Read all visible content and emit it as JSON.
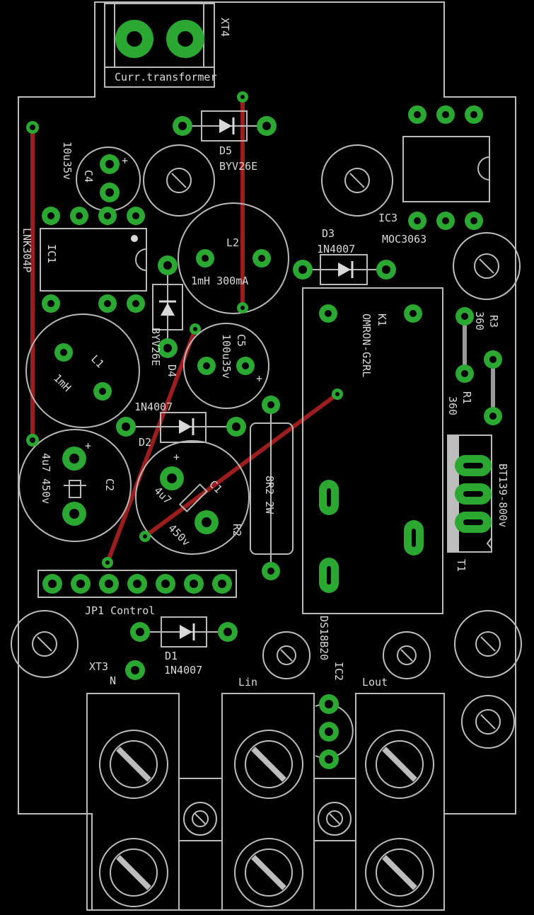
{
  "labels": {
    "xt4": "XT4",
    "curr_transformer": "Curr.transformer",
    "d5": "D5",
    "d5_value": "BYV26E",
    "c4": "C4",
    "c4_value": "10u35v",
    "ic1": "IC1",
    "ic1_value": "LNK304P",
    "l2": "L2",
    "l2_value": "1mH 300mA",
    "d3": "D3",
    "d3_value": "1N4007",
    "ic3": "IC3",
    "ic3_value": "MOC3063",
    "k1": "K1",
    "k1_value": "OMRON-G2RL",
    "r3": "R3",
    "r3_value": "360",
    "r1": "R1",
    "r1_value": "360",
    "l1": "L1",
    "l1_value": "1mH",
    "d4": "D4",
    "d4_value": "BYV26E",
    "c5": "C5",
    "c5_value": "100u35v",
    "d2": "D2",
    "d2_value": "1N4007",
    "c2": "C2",
    "c2_value": "4u7 450v",
    "c1": "C1",
    "c1_value_a": "4u7",
    "c1_value_b": "450v",
    "r2": "R2",
    "r2_value": "8R2 2W",
    "t1": "T1",
    "t1_value": "BT139-800v",
    "jp1": "JP1 Control",
    "d1": "D1",
    "d1_value": "1N4007",
    "xt3": "XT3",
    "xt3_value": "N",
    "ic2": "IC2",
    "ic2_value": "DS18B20",
    "lin": "Lin",
    "lout": "Lout",
    "plus": "+"
  },
  "colors": {
    "background": "#000000",
    "pad": "#2aa831",
    "trace": "#9c1d1d",
    "silkscreen": "#bdbdbd"
  }
}
